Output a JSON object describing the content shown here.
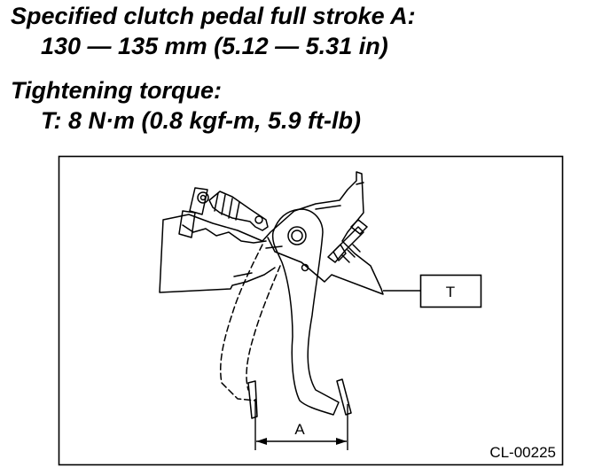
{
  "spec": {
    "stroke_heading": "Specified clutch pedal full stroke A:",
    "stroke_value": "130 — 135 mm (5.12 — 5.31 in)",
    "torque_heading": "Tightening torque:",
    "torque_value": "T: 8 N·m (0.8 kgf-m, 5.9 ft-lb)"
  },
  "diagram": {
    "stroke_label": "A",
    "torque_label": "T",
    "figure_id": "CL-00225"
  }
}
